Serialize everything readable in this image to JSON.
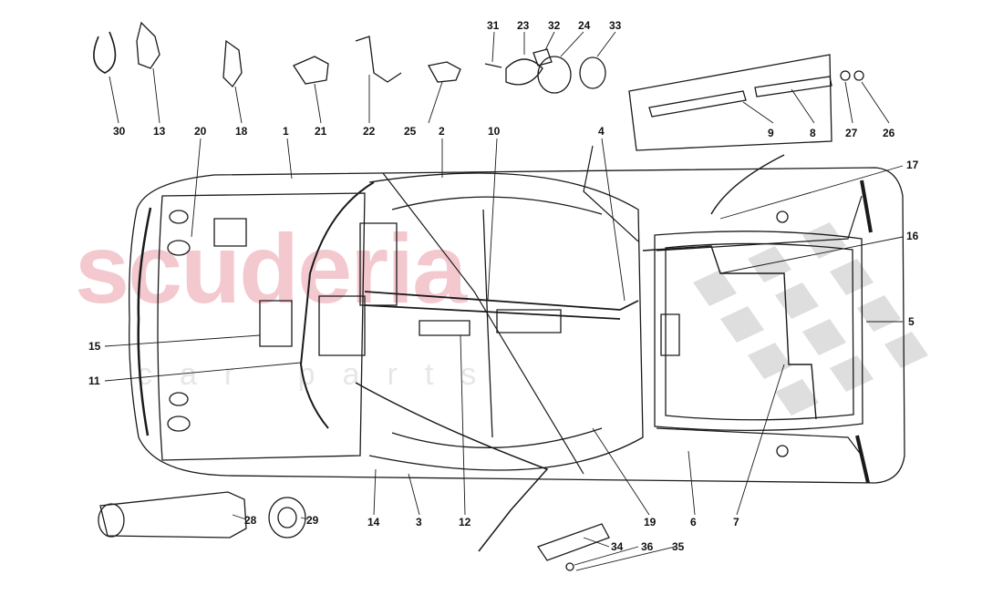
{
  "watermark": {
    "main": "scuderia",
    "sub": "car parts"
  },
  "callouts": {
    "n1": "1",
    "n2": "2",
    "n3": "3",
    "n4": "4",
    "n5": "5",
    "n6": "6",
    "n7": "7",
    "n8": "8",
    "n9": "9",
    "n10": "10",
    "n11": "11",
    "n12": "12",
    "n13": "13",
    "n14": "14",
    "n15": "15",
    "n16": "16",
    "n17": "17",
    "n18": "18",
    "n19": "19",
    "n20": "20",
    "n21": "21",
    "n22": "22",
    "n23": "23",
    "n24": "24",
    "n25": "25",
    "n26": "26",
    "n27": "27",
    "n28": "28",
    "n29": "29",
    "n30": "30",
    "n31": "31",
    "n32": "32",
    "n33": "33",
    "n34": "34",
    "n35": "35",
    "n36": "36"
  },
  "colors": {
    "line": "#1a1a1a",
    "watermark_red": "#f3c9cf",
    "watermark_grey": "#e7e7e7",
    "flag_grey": "#dedede"
  }
}
